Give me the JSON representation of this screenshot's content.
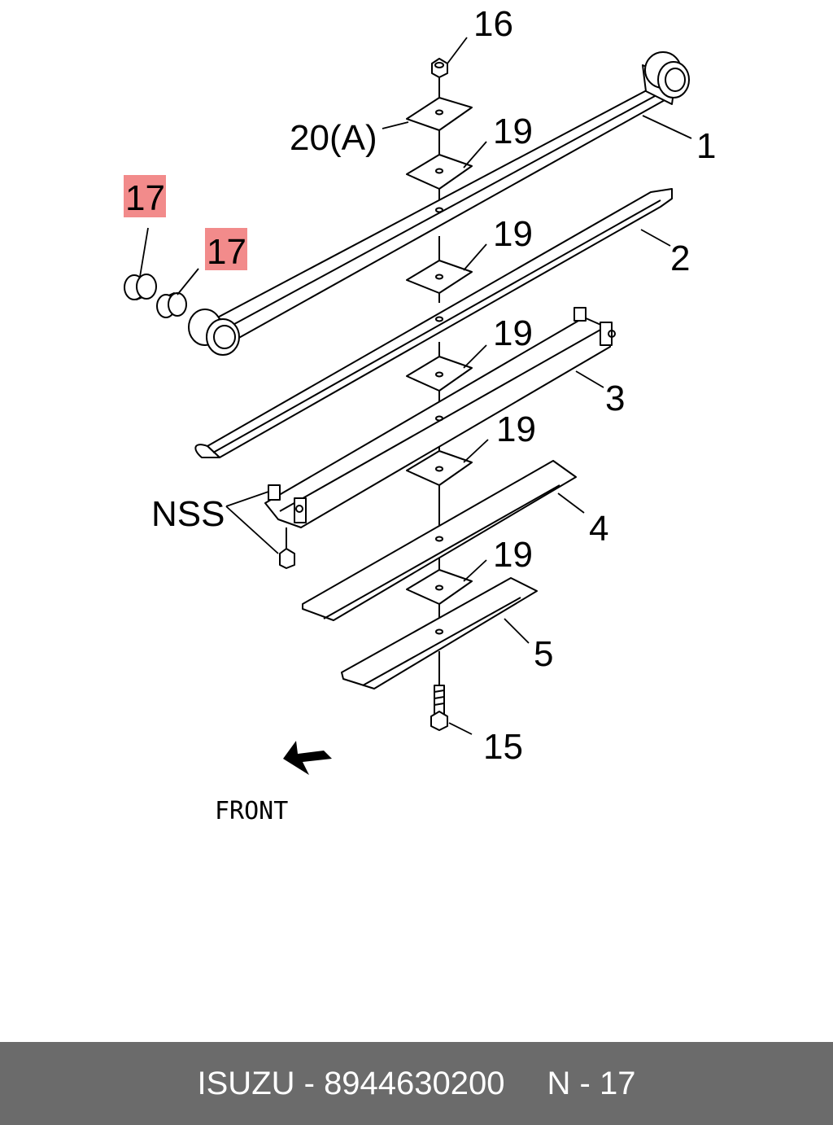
{
  "diagram": {
    "callouts": {
      "c16": "16",
      "c20a": "20(A)",
      "c19_1": "19",
      "c1": "1",
      "c17_1": "17",
      "c17_2": "17",
      "c19_2": "19",
      "c2": "2",
      "c19_3": "19",
      "c3": "3",
      "c19_4": "19",
      "nss": "NSS",
      "c4": "4",
      "c19_5": "19",
      "c5": "5",
      "c15": "15"
    },
    "front_label": "FRONT",
    "highlight_color": "#f28b8b"
  },
  "footer": {
    "brand": "ISUZU",
    "separator": " - ",
    "part_number": "8944630200",
    "page_ref": "N - 17"
  }
}
